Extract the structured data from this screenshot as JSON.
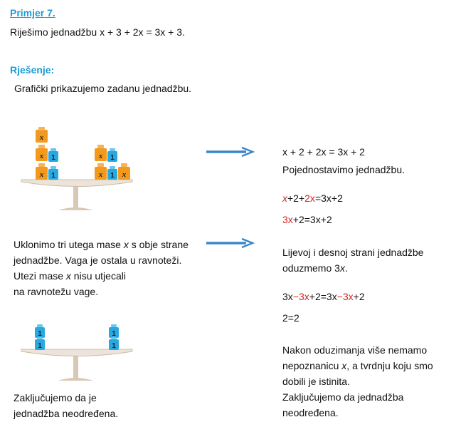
{
  "example": {
    "title": "Primjer 7.",
    "task": "Riješimo jednadžbu x + 3 + 2x = 3x + 3."
  },
  "solution": {
    "title": "Rješenje:",
    "intro": "Grafički prikazujemo zadanu jednadžbu."
  },
  "step1": {
    "equation": "x + 2 + 2x = 3x + 2",
    "instruction": "Pojednostavimo jednadžbu.",
    "eq2": {
      "a": "x",
      "b": "+2+",
      "c": "2x",
      "d": "=3x+2"
    },
    "eq3": {
      "a": "3x",
      "b": "+2=3x+2"
    }
  },
  "left_text": {
    "l1a": "Uklonimo tri utega mase ",
    "l1b": "x",
    "l1c": " s obje strane",
    "l2": "jednadžbe. Vaga je ostala u ravnoteži.",
    "l3a": "Utezi mase ",
    "l3b": "x",
    "l3c": "  nisu utjecali",
    "l4": "na ravnotežu vage."
  },
  "step2": {
    "l1": "Lijevoj i desnoj strani jednadžbe",
    "l2a": "oduzmemo 3",
    "l2b": "x",
    "l2c": ".",
    "eq4": {
      "a": "3x",
      "b": "−3x",
      "c": "+2=3x",
      "d": "−3x",
      "e": "+2"
    },
    "eq5": "2=2",
    "p1": "Nakon oduzimanja  više nemamo",
    "p2a": "nepoznanicu ",
    "p2b": "x",
    "p2c": ", a tvrdnju koju smo",
    "p3": "dobili je istinita.",
    "p4": "Zaključujemo da jednadžba",
    "p5": "neodređena."
  },
  "conclusion": {
    "l1": "Zaključujemo da je",
    "l2": "jednadžba neodređena."
  },
  "weights": {
    "x_label": "x",
    "one_label": "1"
  },
  "colors": {
    "accent": "#1f9ad6",
    "orange": "#f39a1c",
    "blue": "#29a8e0",
    "red": "#d62020",
    "arrow": "#3a86c8"
  }
}
